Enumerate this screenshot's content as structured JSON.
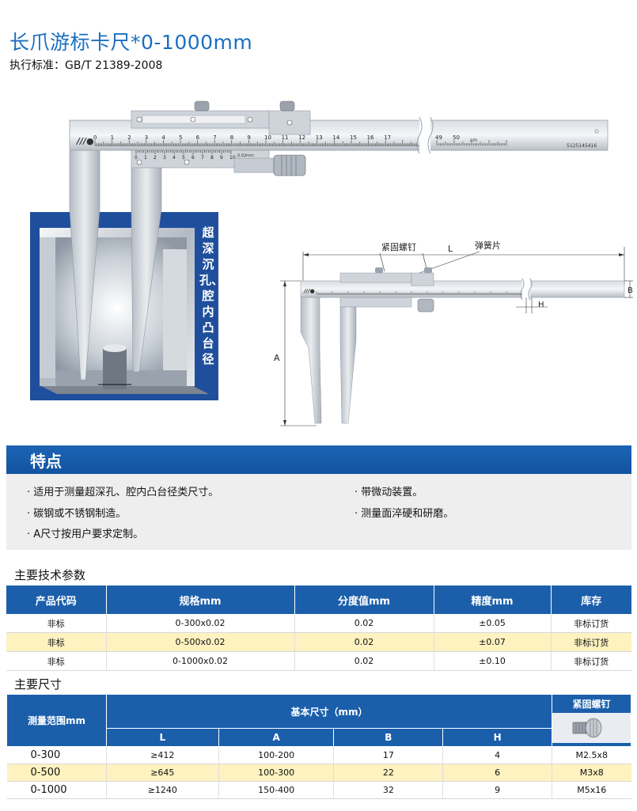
{
  "header": {
    "title": "长爪游标卡尺*0-1000mm",
    "standard": "执行标准：GB/T 21389-2008"
  },
  "illustration": {
    "vertical_label": "超深沉孔、腔内凸台径",
    "scale_unit": "cm",
    "serial": "5125145416",
    "dim_labels": {
      "screw": "紧固螺钉",
      "L": "L",
      "spring": "弹簧片",
      "B": "B",
      "H": "H",
      "A": "A"
    },
    "main_scale_numbers": [
      "0",
      "1",
      "2",
      "3",
      "4",
      "5",
      "6",
      "7",
      "8",
      "9",
      "10",
      "11",
      "12",
      "13",
      "14",
      "15",
      "16",
      "17",
      "49",
      "50"
    ],
    "vernier_numbers": [
      "0",
      "1",
      "2",
      "3",
      "4",
      "5",
      "6",
      "7",
      "8",
      "9",
      "10"
    ],
    "vernier_unit": "0.02mm"
  },
  "features": {
    "title": "特点",
    "items": [
      "· 适用于测量超深孔、腔内凸台径类尺寸。",
      "· 碳钢或不锈钢制造。",
      "· A尺寸按用户要求定制。",
      "· 带微动装置。",
      "· 测量面淬硬和研磨。"
    ]
  },
  "tech_params": {
    "title": "主要技术参数",
    "headers": [
      "产品代码",
      "规格mm",
      "分度值mm",
      "精度mm",
      "库存"
    ],
    "rows": [
      [
        "非标",
        "0-300x0.02",
        "0.02",
        "±0.05",
        "非标订货"
      ],
      [
        "非标",
        "0-500x0.02",
        "0.02",
        "±0.07",
        "非标订货"
      ],
      [
        "非标",
        "0-1000x0.02",
        "0.02",
        "±0.10",
        "非标订货"
      ]
    ]
  },
  "dimensions": {
    "title": "主要尺寸",
    "range_header": "测量范围mm",
    "group_header": "基本尺寸（mm）",
    "screw_header": "紧固螺钉",
    "sub_headers": [
      "L",
      "A",
      "B",
      "H"
    ],
    "rows": [
      [
        "0-300",
        "≥412",
        "100-200",
        "17",
        "4",
        "M2.5x8"
      ],
      [
        "0-500",
        "≥645",
        "100-300",
        "22",
        "6",
        "M3x8"
      ],
      [
        "0-1000",
        "≥1240",
        "150-400",
        "32",
        "9",
        "M5x16"
      ]
    ]
  },
  "colors": {
    "accent": "#1c6fc0",
    "header_blue": "#1b5fab",
    "row_highlight": "#fdf2c0",
    "panel_blue": "#1f4f9c"
  }
}
